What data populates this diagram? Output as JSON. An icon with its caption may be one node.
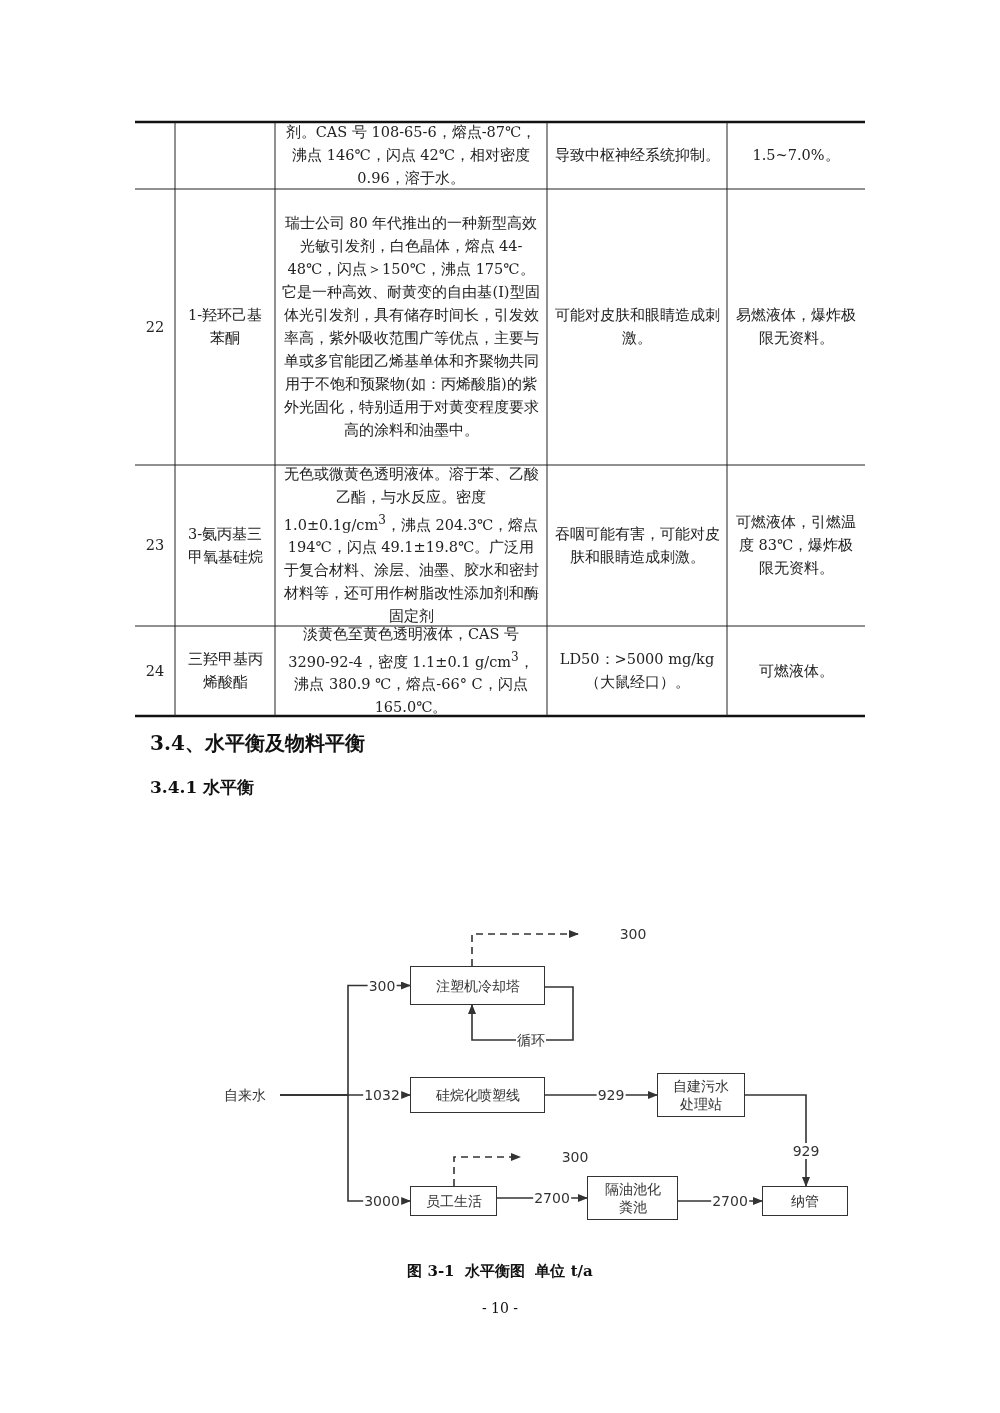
{
  "diagram": {
    "caption": "图 3-1  水平衡图  单位 t/a",
    "nodes": [
      {
        "text": [
          "自来水"
        ]
      },
      {
        "text": [
          "注塑机冷却塔"
        ]
      },
      {
        "text": [
          "硅烷化喷塑线"
        ]
      },
      {
        "text": [
          "自建污水处理站"
        ]
      },
      {
        "text": [
          "员工生活"
        ]
      },
      {
        "text": [
          "隔油池化粪池"
        ]
      },
      {
        "text": [
          "纳管"
        ]
      }
    ],
    "edges": [
      {
        "from": 0,
        "to": 1,
        "arrow": "to",
        "label": "300"
      },
      {
        "from": 0,
        "to": 2,
        "arrow": "to",
        "label": "1032"
      },
      {
        "from": 0,
        "to": 4,
        "arrow": "to",
        "label": "3000"
      },
      {
        "from": 1,
        "to": 1,
        "arrow": "to",
        "label": "循环"
      },
      {
        "from": 1,
        "to": null,
        "arrow": "to",
        "label": "300",
        "style": "dashed"
      },
      {
        "from": 2,
        "to": 3,
        "arrow": "to",
        "label": "929"
      },
      {
        "from": 3,
        "to": 6,
        "arrow": "to",
        "label": "929"
      },
      {
        "from": 4,
        "to": null,
        "arrow": "to",
        "label": "300",
        "style": "dashed"
      },
      {
        "from": 4,
        "to": 5,
        "arrow": "to",
        "label": "2700"
      },
      {
        "from": 5,
        "to": 6,
        "arrow": "to",
        "label": "2700"
      }
    ],
    "labels": [
      "剂。CAS 号 108-65-6，熔点-87℃，沸点 146℃，闪点 42℃，相对密度 0.96，溶于水。",
      "导致中枢神经系统抑制。",
      "1.5~7.0%。",
      "22",
      "1-羟环己基苯酮",
      "瑞士公司 80 年代推出的一种新型高效光敏引发剂，白色晶体，熔点 44-48℃，闪点＞150℃，沸点 175℃。它是一种高效、耐黄变的自由基(Ⅰ)型固体光引发剂，具有储存时间长，引发效率高，紫外吸收范围广等优点，主要与单或多官能团乙烯基单体和齐聚物共同用于不饱和预聚物(如：丙烯酸脂)的紫外光固化，特别适用于对黄变程度要求高的涂料和油墨中。",
      "可能对皮肤和眼睛造成刺激。",
      "易燃液体，爆炸极限无资料。",
      "23",
      "3-氨丙基三甲氧基硅烷",
      "无色或微黄色透明液体。溶于苯、乙酸乙酯，与水反应。密度 1.0±0.1g/cm$^{3}$，沸点 204.3℃，熔点 194℃，闪点 49.1±19.8℃。广泛用于复合材料、涂层、油墨、胶水和密封材料等，还可用作树脂改性添加剂和酶固定剂",
      "吞咽可能有害，可能对皮肤和眼睛造成刺激。",
      "可燃液体，引燃温度 83℃，爆炸极限无资料。",
      "24",
      "三羟甲基丙烯酸酯",
      "淡黄色至黄色透明液体，CAS 号 3290-92-4，密度 1.1±0.1 g/cm$^{3}$，沸点 380.9 ℃，熔点-66° C，闪点 165.0℃。",
      "LD50：>5000 mg/kg（大鼠经口）。",
      "可燃液体。",
      "3.4、水平衡及物料平衡",
      "3.4.1 水平衡",
      "- 10 -"
    ]
  }
}
